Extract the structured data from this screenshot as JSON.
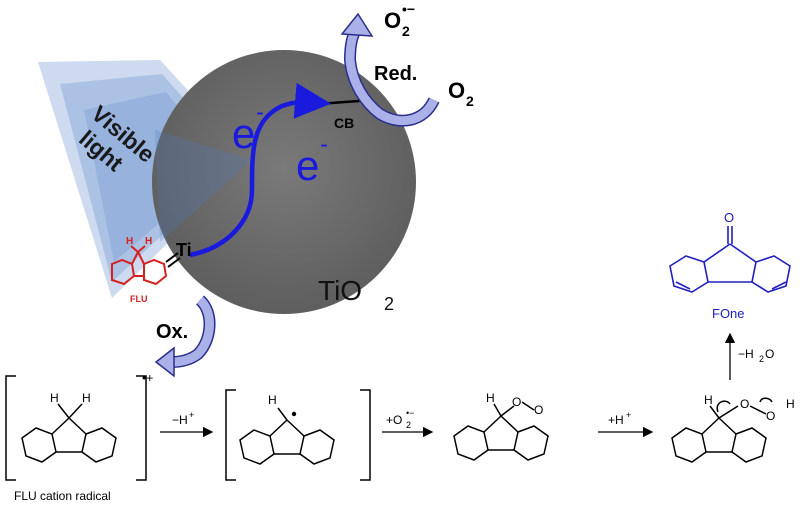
{
  "labels": {
    "visible": "Visible",
    "light": "light",
    "ti": "Ti",
    "flu": "FLU",
    "ox": "Ox.",
    "red": "Red.",
    "o2": "O",
    "o2_sub": "2",
    "o2_radical": "O",
    "o2_radical_sub": "2",
    "o2_radical_sup": "•−",
    "cb": "CB",
    "electron": "e",
    "electron_sup": "-",
    "tio2": "TiO",
    "tio2_sub": "2",
    "cation_charge": "•+",
    "step1": "−H",
    "step1_sup": "+",
    "step2": "+O",
    "step2_sub": "2",
    "step2_sup": "•−",
    "step3": "+H",
    "step3_sup": "+",
    "step4": "−H",
    "step4_sub": "2",
    "step4_tail": "O",
    "fone": "FOne",
    "carbonyl_o": "O",
    "h": "H",
    "ring_o": "O",
    "flu_cation_radical": "FLU cation radical"
  },
  "colors": {
    "light_beam": "#4a7bc4",
    "tio2_sphere": "#6e6e6e",
    "electron_path": "#1a1adf",
    "arrow_fill": "#aab0e8",
    "arrow_stroke": "#2a2f8a",
    "flu_red": "#d62020",
    "fone_blue": "#2020c0"
  }
}
